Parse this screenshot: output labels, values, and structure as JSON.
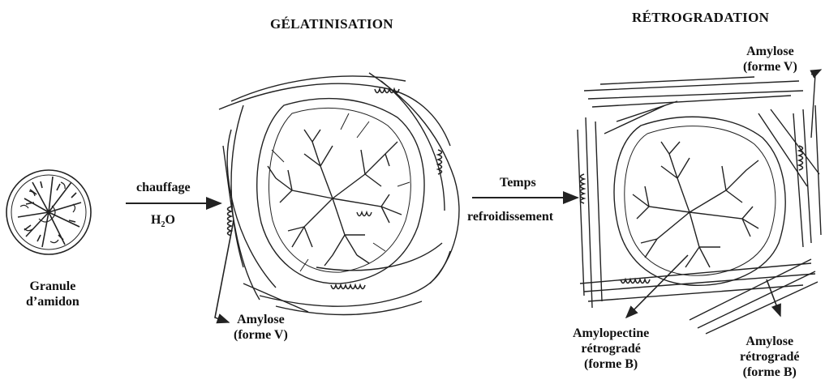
{
  "titles": {
    "gelatinisation": "GÉLATINISATION",
    "retrogradation": "RÉTROGRADATION"
  },
  "arrow1": {
    "above": "chauffage",
    "below_main": "H",
    "below_sub": "2",
    "below_end": "O"
  },
  "arrow2": {
    "above": "Temps",
    "below": "refroidissement"
  },
  "granule": {
    "line1": "Granule",
    "line2": "d’amidon"
  },
  "amylose_v_left": {
    "line1": "Amylose",
    "line2": "(forme V)"
  },
  "amylose_v_right": {
    "line1": "Amylose",
    "line2": "(forme V)"
  },
  "amylopectine_retro": {
    "line1": "Amylopectine",
    "line2": "rétrogradé",
    "line3": "(forme B)"
  },
  "amylose_retro": {
    "line1": "Amylose",
    "line2": "rétrogradé",
    "line3": "(forme B)"
  }
}
